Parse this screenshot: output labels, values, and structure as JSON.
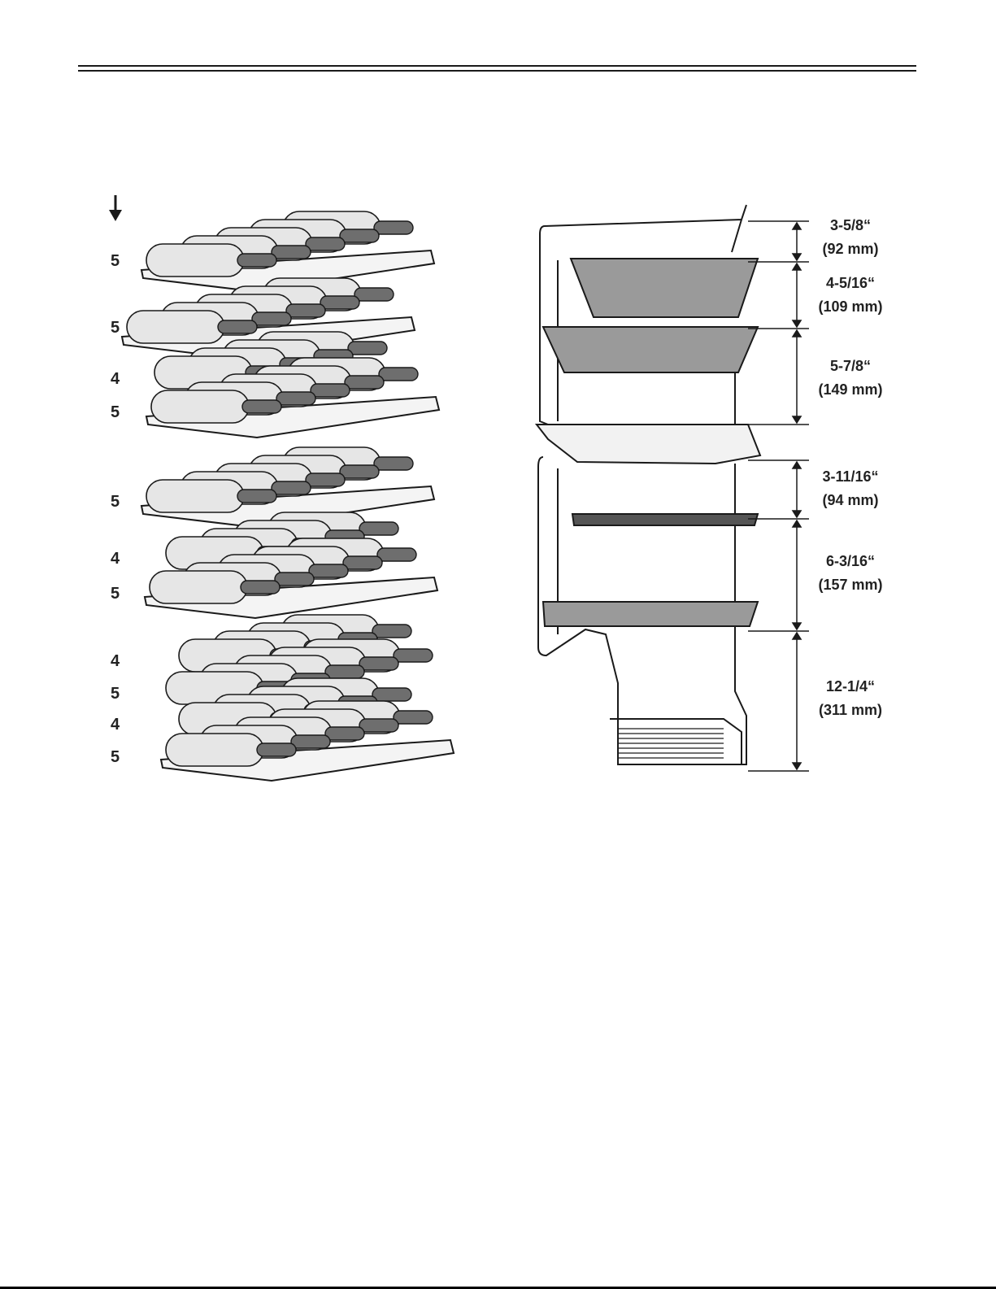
{
  "bottle_counts": [
    "5",
    "5",
    "4",
    "5",
    "5",
    "4",
    "5",
    "4",
    "5",
    "4",
    "5"
  ],
  "dimensions": [
    {
      "inches": "3-5/8“",
      "mm": "(92 mm)"
    },
    {
      "inches": "4-5/16“",
      "mm": "(109 mm)"
    },
    {
      "inches": "5-7/8“",
      "mm": "(149 mm)"
    },
    {
      "inches": "3-11/16“",
      "mm": "(94 mm)"
    },
    {
      "inches": "6-3/16“",
      "mm": "(157 mm)"
    },
    {
      "inches": "12-1/4“",
      "mm": "(311 mm)"
    }
  ],
  "icons": {
    "loading_direction": "down-arrow-icon"
  },
  "colors": {
    "line": "#1a1a1a",
    "bottle_body": "#e6e6e6",
    "bottle_neck": "#6e6e6e",
    "shelf_grate": "#9a9a9a"
  }
}
